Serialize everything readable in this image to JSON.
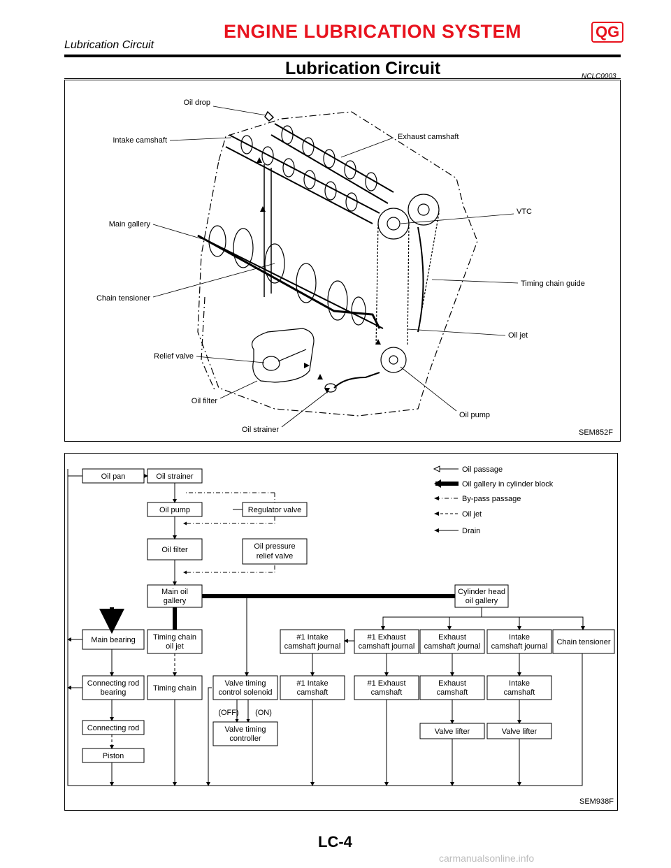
{
  "header": {
    "title": "ENGINE LUBRICATION SYSTEM",
    "engine_tag": "QG",
    "subtitle": "Lubrication Circuit"
  },
  "section": {
    "title": "Lubrication Circuit",
    "code": "NCLC0003"
  },
  "figure1": {
    "code": "SEM852F",
    "labels": {
      "oil_drop": "Oil drop",
      "intake_camshaft": "Intake camshaft",
      "exhaust_camshaft": "Exhaust camshaft",
      "main_gallery": "Main gallery",
      "vtc": "VTC",
      "chain_tensioner": "Chain tensioner",
      "timing_chain_guide": "Timing chain guide",
      "oil_jet": "Oil jet",
      "relief_valve": "Relief valve",
      "oil_filter": "Oil filter",
      "oil_strainer": "Oil strainer",
      "oil_pump": "Oil pump"
    }
  },
  "figure2": {
    "code": "SEM938F",
    "legend": {
      "oil_passage": "Oil passage",
      "oil_gallery": "Oil gallery in cylinder block",
      "bypass": "By-pass passage",
      "oil_jet": "Oil jet",
      "drain": "Drain"
    },
    "boxes": {
      "oil_pan": "Oil pan",
      "oil_strainer": "Oil strainer",
      "oil_pump": "Oil pump",
      "regulator_valve": "Regulator valve",
      "oil_filter": "Oil filter",
      "relief_1": "Oil pressure",
      "relief_2": "relief valve",
      "main_oil_1": "Main oil",
      "main_oil_2": "gallery",
      "cyl_head_1": "Cylinder head",
      "cyl_head_2": "oil gallery",
      "main_bearing": "Main bearing",
      "tc_jet_1": "Timing chain",
      "tc_jet_2": "oil jet",
      "int1_journal_1": "#1 Intake",
      "int1_journal_2": "camshaft journal",
      "exh1_journal_1": "#1 Exhaust",
      "exh1_journal_2": "camshaft journal",
      "exh_journal_1": "Exhaust",
      "exh_journal_2": "camshaft journal",
      "int_journal_1": "Intake",
      "int_journal_2": "camshaft journal",
      "chain_tensioner": "Chain tensioner",
      "conrod_bearing_1": "Connecting rod",
      "conrod_bearing_2": "bearing",
      "timing_chain": "Timing chain",
      "vts_1": "Valve timing",
      "vts_2": "control solenoid",
      "int1_cam_1": "#1 Intake",
      "int1_cam_2": "camshaft",
      "exh1_cam_1": "#1 Exhaust",
      "exh1_cam_2": "camshaft",
      "exh_cam_1": "Exhaust",
      "exh_cam_2": "camshaft",
      "int_cam_1": "Intake",
      "int_cam_2": "camshaft",
      "conrod": "Connecting rod",
      "off": "(OFF)",
      "on": "(ON)",
      "vtc_ctrl_1": "Valve timing",
      "vtc_ctrl_2": "controller",
      "valve_lifter_a": "Valve lifter",
      "valve_lifter_b": "Valve lifter",
      "piston": "Piston"
    }
  },
  "footer": {
    "page_code": "LC-4",
    "watermark": "carmanualsonline.info"
  }
}
